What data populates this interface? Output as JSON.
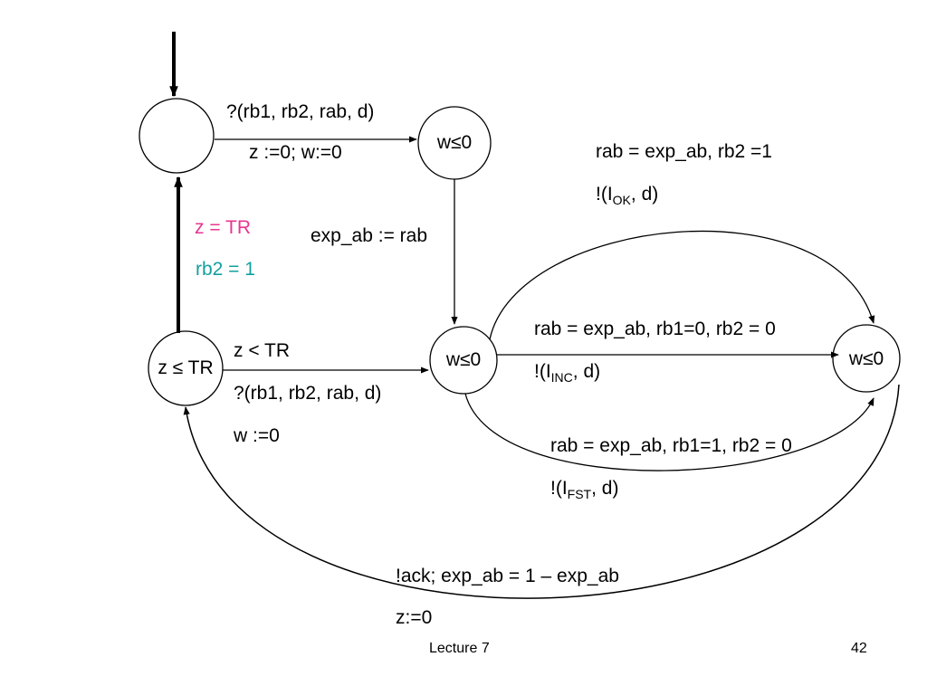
{
  "colors": {
    "pink": "#e8368f",
    "teal": "#12a0a0",
    "stroke": "#000000"
  },
  "states": {
    "initial": "",
    "wait1": "w≤0",
    "wait2": "w≤0",
    "wait3": "w≤0",
    "timer": "z ≤ TR"
  },
  "edges": {
    "init_to_wait1": {
      "input": "?(rb1, rb2, rab, d)",
      "reset": "z :=0; w:=0"
    },
    "wait1_to_wait2": {
      "update": "exp_ab := rab"
    },
    "timer_to_wait2": {
      "guard": "z < TR",
      "input": "?(rb1, rb2, rab, d)",
      "reset": "w :=0"
    },
    "timer_to_init": {
      "guard1": "z = TR",
      "guard2": "rb2 = 1"
    },
    "ok": {
      "guard": "rab = exp_ab, rb2 =1",
      "prefix": "!(I",
      "sub": "OK",
      "suffix": ", d)"
    },
    "inc": {
      "guard": "rab = exp_ab, rb1=0, rb2 = 0",
      "prefix": "!(I",
      "sub": "INC",
      "suffix": ", d)"
    },
    "fst": {
      "guard": "rab = exp_ab, rb1=1, rb2 = 0",
      "prefix": "!(I",
      "sub": "FST",
      "suffix": ", d)"
    },
    "back": {
      "output": "!ack; exp_ab = 1 – exp_ab",
      "reset": "z:=0"
    }
  },
  "footer": {
    "lecture": "Lecture 7",
    "page": "42"
  }
}
